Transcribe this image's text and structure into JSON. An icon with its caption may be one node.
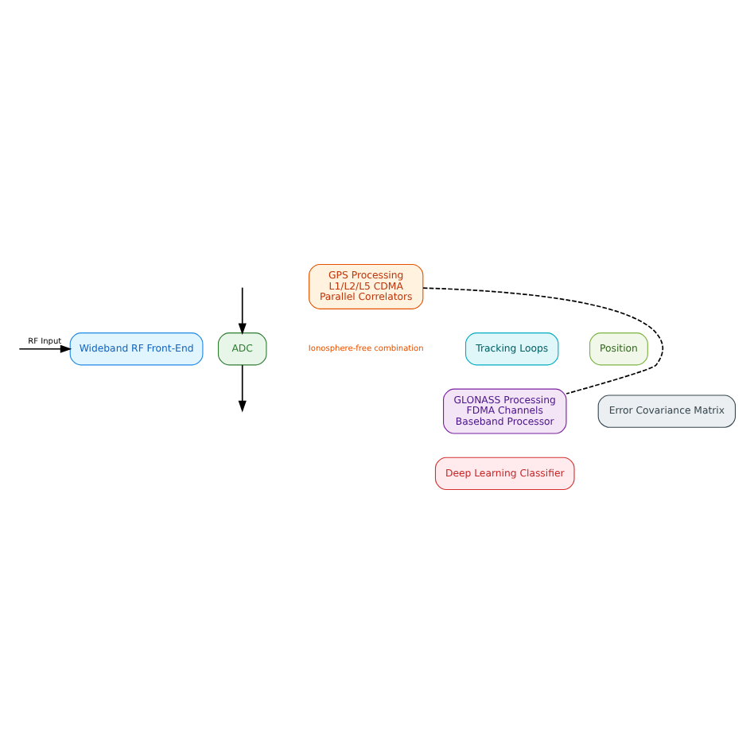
{
  "diagram": {
    "nodes": [
      {
        "text": [
          "Wideband RF Front-End"
        ]
      },
      {
        "text": [
          "ADC"
        ]
      },
      {
        "text": [
          "GPS Processing",
          "L1/L2/L5 CDMA",
          "Parallel Correlators"
        ]
      },
      {
        "text": [
          "Tracking Loops"
        ]
      },
      {
        "text": [
          "Position"
        ]
      },
      {
        "text": [
          "GLONASS Processing",
          "FDMA Channels",
          "Baseband Processor"
        ]
      },
      {
        "text": [
          "Error Covariance Matrix"
        ]
      },
      {
        "text": [
          "Deep Learning Classifier"
        ]
      }
    ],
    "edges": [
      {
        "from": null,
        "to": 0,
        "arrow": "to",
        "label": "RF Input"
      },
      {
        "from": null,
        "to": 1,
        "arrow": "to"
      },
      {
        "from": 1,
        "to": null,
        "arrow": "to"
      },
      {
        "from": 2,
        "to": 5,
        "arrow": "none",
        "style": "dashed"
      }
    ],
    "labels": [
      "Ionosphere-free combination"
    ]
  }
}
